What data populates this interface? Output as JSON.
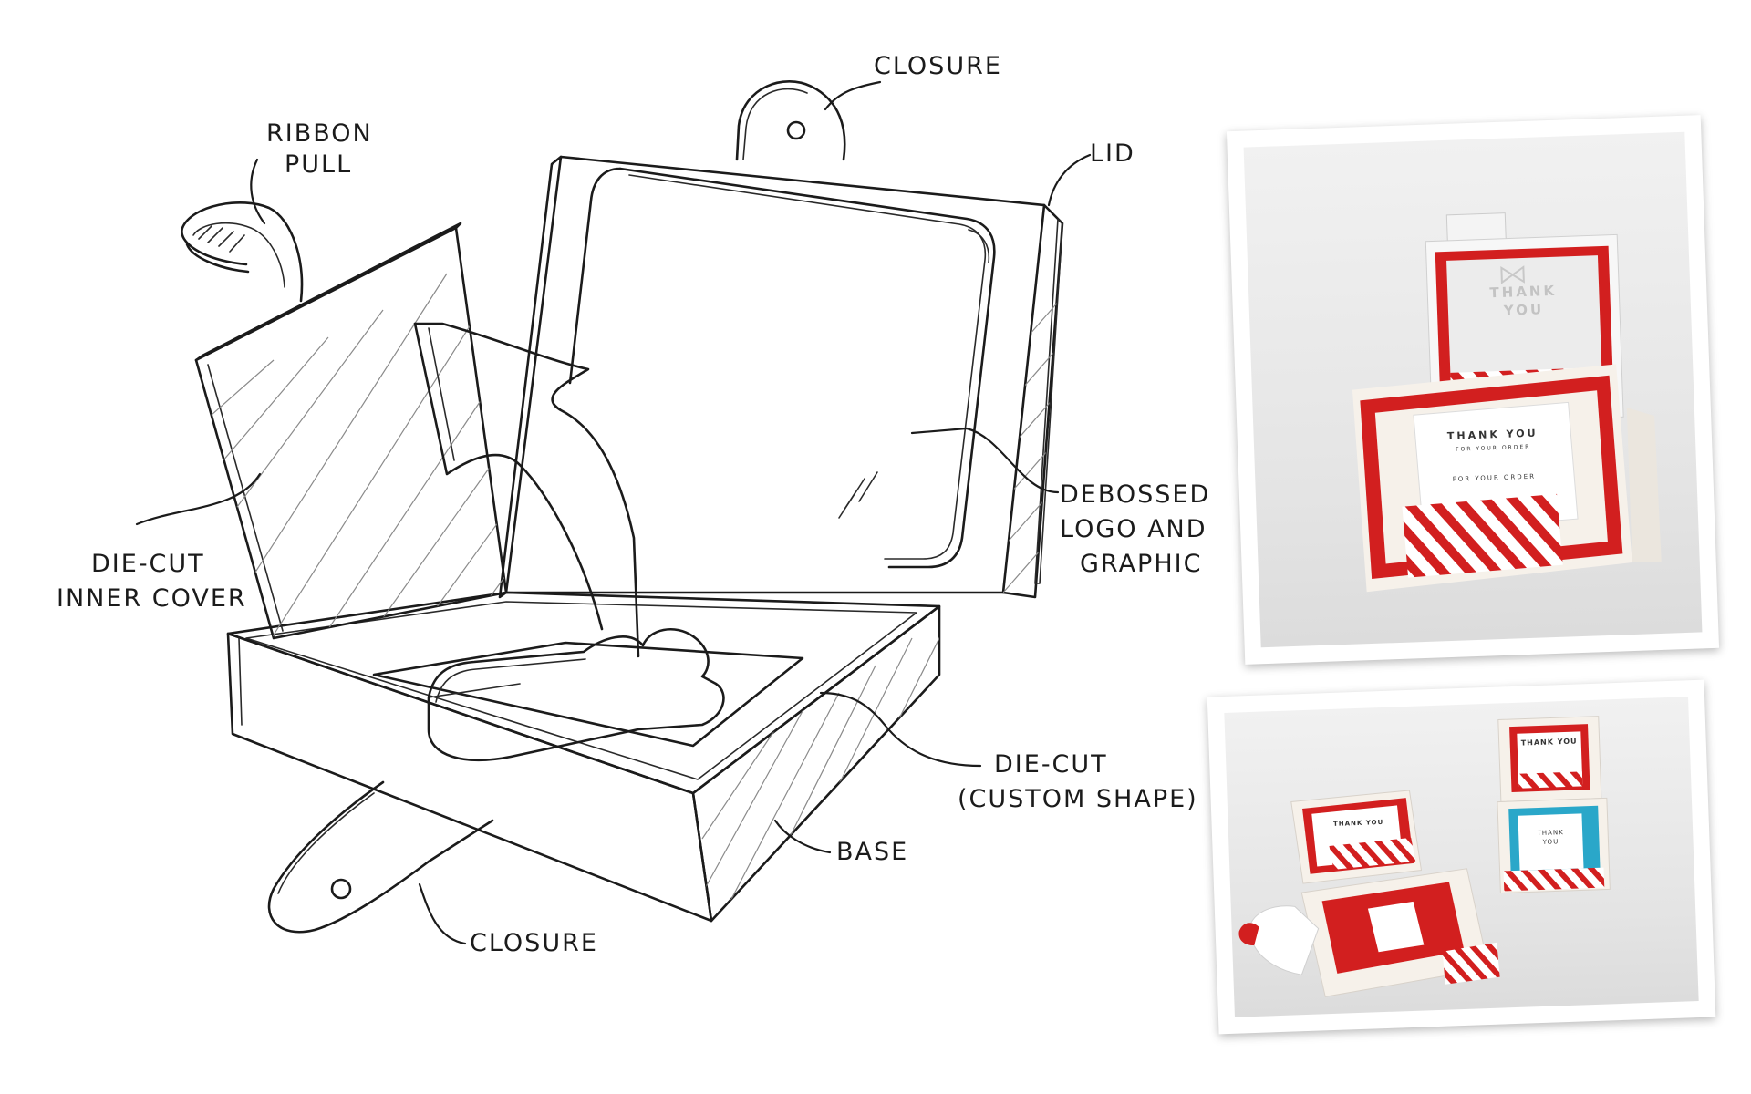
{
  "labels": {
    "ribbon_pull_1": "RIBBON",
    "ribbon_pull_2": "PULL",
    "closure_top": "CLOSURE",
    "lid": "LID",
    "debossed_1": "DEBOSSED",
    "debossed_2": "LOGO AND",
    "debossed_3": "GRAPHIC",
    "inner_cover_1": "DIE-CUT",
    "inner_cover_2": "INNER COVER",
    "die_cut_1": "DIE-CUT",
    "die_cut_2": "(CUSTOM SHAPE)",
    "base": "BASE",
    "closure_bottom": "CLOSURE"
  },
  "photo_top": {
    "debossed_1": "THANK",
    "debossed_2": "YOU",
    "card_title": "THANK YOU",
    "card_sub": "FOR YOUR ORDER",
    "card_line": "FOR YOUR ORDER"
  },
  "photo_bottom": {
    "card_a_title": "THANK YOU",
    "card_b_title": "THANK",
    "card_b_sub": "YOU",
    "card_c_title": "THANK YOU"
  },
  "colors": {
    "ink": "#1b1b1b",
    "brand_red": "#d21f1f",
    "teal": "#2aa7c9"
  }
}
